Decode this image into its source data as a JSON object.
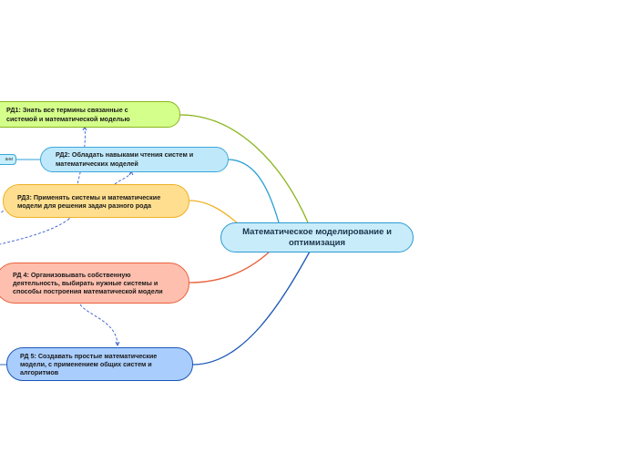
{
  "central": {
    "label": "Математическое моделирование и оптимизация",
    "fill": "#c9ecfb",
    "border": "#2c9bd1"
  },
  "topics": [
    {
      "id": "rd1",
      "label": "РД1: Знать все термины связанные с системой и математической моделью",
      "fill": "#d4ff8a",
      "line_color": "#8ab51e"
    },
    {
      "id": "rd2",
      "label": "РД2: Обладать навыками чтения систем и математических моделей",
      "fill": "#bfe9fb",
      "line_color": "#2aa0d6"
    },
    {
      "id": "rd3",
      "label": "РД3: Применять системы и математические модели для решения задач разного рода",
      "fill": "#ffdf8f",
      "line_color": "#f0b128"
    },
    {
      "id": "rd4",
      "label": "РД 4: Организовывать собственную деятельность, выбирать нужные системы и способы построения математической модели",
      "fill": "#ffbfae",
      "line_color": "#e8603a"
    },
    {
      "id": "rd5",
      "label": "РД 5: Создавать простые математические модели, с применением общих систем и алгоритмов",
      "fill": "#a9cdfd",
      "line_color": "#1c58b7"
    }
  ],
  "subtopic_cut": {
    "label": "ани"
  },
  "relationship_color": "#3a5fcf"
}
